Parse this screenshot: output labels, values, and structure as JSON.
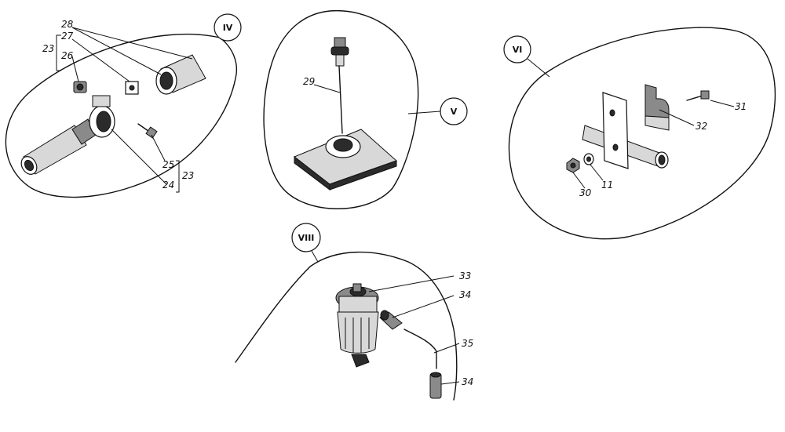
{
  "views": {
    "iv": {
      "roman": "IV",
      "callouts": {
        "c28": "28",
        "c27": "27",
        "c26": "26",
        "c25": "25",
        "c24": "24",
        "c23a": "23",
        "c23b": "23"
      }
    },
    "v": {
      "roman": "V",
      "callouts": {
        "c29": "29"
      }
    },
    "vi": {
      "roman": "VI",
      "callouts": {
        "c31": "31",
        "c32": "32",
        "c30": "30",
        "c11": "11"
      }
    },
    "viii": {
      "roman": "VIII",
      "callouts": {
        "c33": "33",
        "c34a": "34",
        "c35": "35",
        "c34b": "34"
      }
    }
  }
}
